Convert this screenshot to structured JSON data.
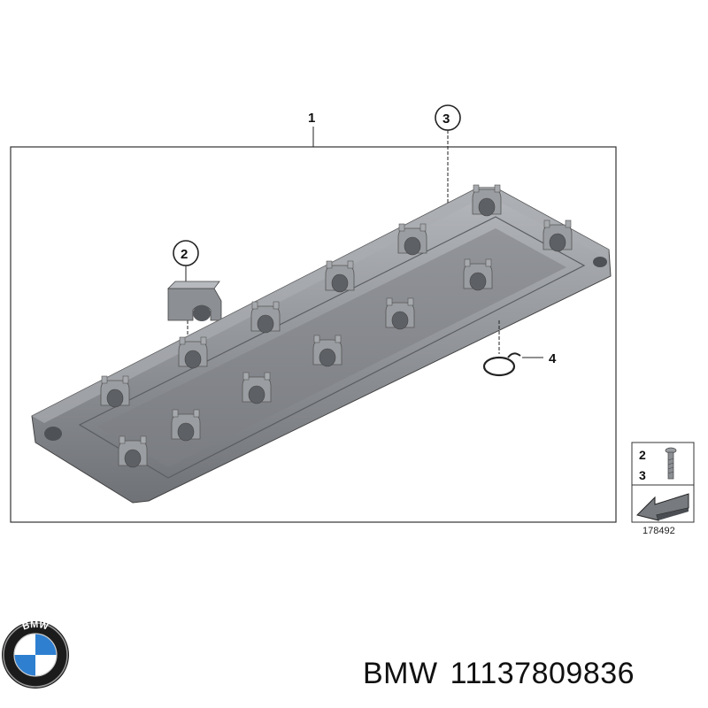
{
  "diagram": {
    "callouts": [
      {
        "id": "1",
        "circled": false
      },
      {
        "id": "2",
        "circled": true
      },
      {
        "id": "3",
        "circled": true
      },
      {
        "id": "4",
        "circled": false
      }
    ],
    "legend": {
      "row1": "2",
      "row2": "3"
    },
    "reference_number": "178492"
  },
  "footer": {
    "brand": "BMW",
    "part_number": "11137809836"
  },
  "colors": {
    "part_fill": "#8c8f93",
    "part_dark": "#5e6166",
    "part_light": "#b8bbbf",
    "line": "#222222"
  },
  "icons": [
    "bmw-logo-icon",
    "bolt-icon",
    "arrow-icon",
    "o-ring-icon"
  ]
}
